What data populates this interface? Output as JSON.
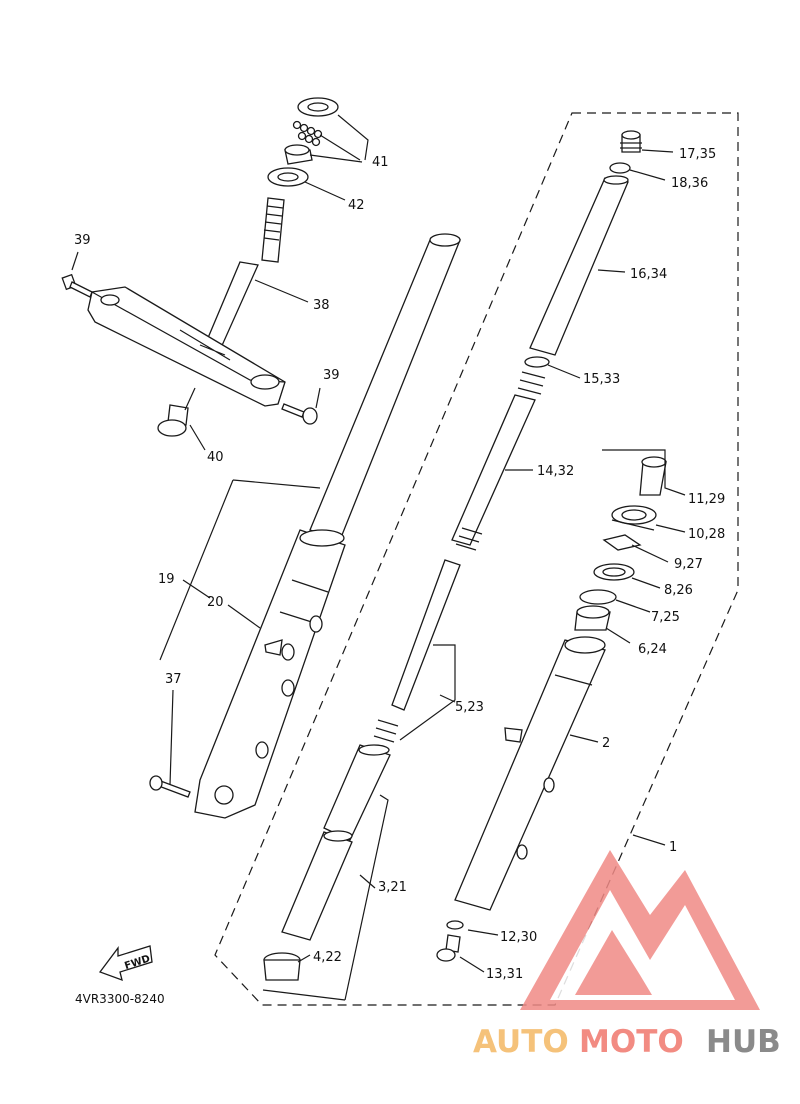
{
  "callouts": {
    "c41": "41",
    "c42": "42",
    "c39a": "39",
    "c38": "38",
    "c39b": "39",
    "c40": "40",
    "c1735": "17,35",
    "c1836": "18,36",
    "c1634": "16,34",
    "c1533": "15,33",
    "c1432": "14,32",
    "c1129": "11,29",
    "c1028": "10,28",
    "c927": "9,27",
    "c826": "8,26",
    "c725": "7,25",
    "c624": "6,24",
    "c2": "2",
    "c523": "5,23",
    "c19": "19",
    "c20": "20",
    "c37": "37",
    "c321": "3,21",
    "c1": "1",
    "c1230": "12,30",
    "c422": "4,22",
    "c1331": "13,31"
  },
  "fwd_label": "FWD",
  "diagram_code": "4VR3300-8240",
  "watermark": {
    "part1": "AUTO",
    "part2": "MOTO",
    "part3": "HUB",
    "color1": "#f5c27a",
    "color2": "#f28b82",
    "color3": "#8a8a8a",
    "logo_color": "#f08a86"
  }
}
